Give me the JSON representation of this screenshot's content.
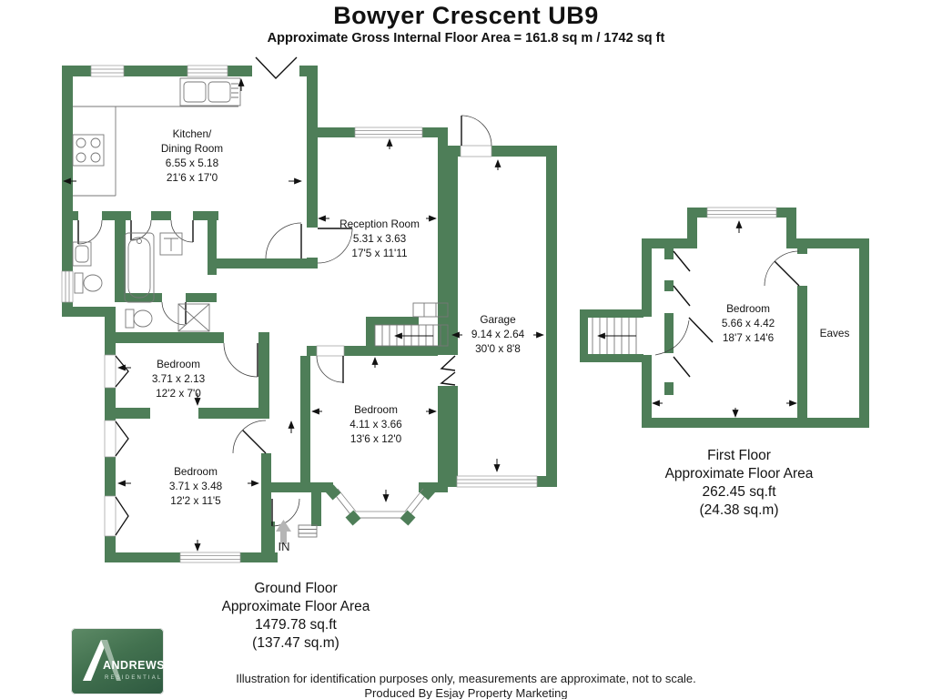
{
  "page": {
    "title": "Bowyer Crescent UB9",
    "subtitle": "Approximate Gross Internal Floor Area = 161.8 sq m / 1742 sq ft",
    "footer_line1": "Illustration for identification purposes only, measurements are approximate, not to scale.",
    "footer_line2": "Produced By Esjay Property Marketing"
  },
  "colors": {
    "wall_green": "#4e7e58",
    "logo_green": "#3c6549",
    "arrow_gray": "#b5b5b5"
  },
  "ground_floor": {
    "caption": {
      "line1": "Ground Floor",
      "line2": "Approximate Floor Area",
      "line3": "1479.78 sq.ft",
      "line4": "(137.47 sq.m)"
    },
    "entrance_label": "IN",
    "rooms": {
      "kitchen": {
        "name": "Kitchen/\nDining Room",
        "metric": "6.55 x 5.18",
        "imperial": "21'6 x 17'0"
      },
      "reception": {
        "name": "Reception Room",
        "metric": "5.31 x 3.63",
        "imperial": "17'5 x 11'11"
      },
      "garage": {
        "name": "Garage",
        "metric": "9.14 x 2.64",
        "imperial": "30'0 x 8'8"
      },
      "bedroom_small": {
        "name": "Bedroom",
        "metric": "3.71 x 2.13",
        "imperial": "12'2 x 7'0"
      },
      "bedroom_mid": {
        "name": "Bedroom",
        "metric": "4.11 x 3.66",
        "imperial": "13'6 x 12'0"
      },
      "bedroom_lower": {
        "name": "Bedroom",
        "metric": "3.71 x 3.48",
        "imperial": "12'2 x 11'5"
      }
    }
  },
  "first_floor": {
    "caption": {
      "line1": "First Floor",
      "line2": "Approximate Floor Area",
      "line3": "262.45 sq.ft",
      "line4": "(24.38 sq.m)"
    },
    "rooms": {
      "bedroom": {
        "name": "Bedroom",
        "metric": "5.66 x 4.42",
        "imperial": "18'7 x 14'6"
      },
      "eaves": {
        "name": "Eaves"
      }
    }
  },
  "logo": {
    "brand": "ANDREWS",
    "division": "RESIDENTIAL"
  }
}
